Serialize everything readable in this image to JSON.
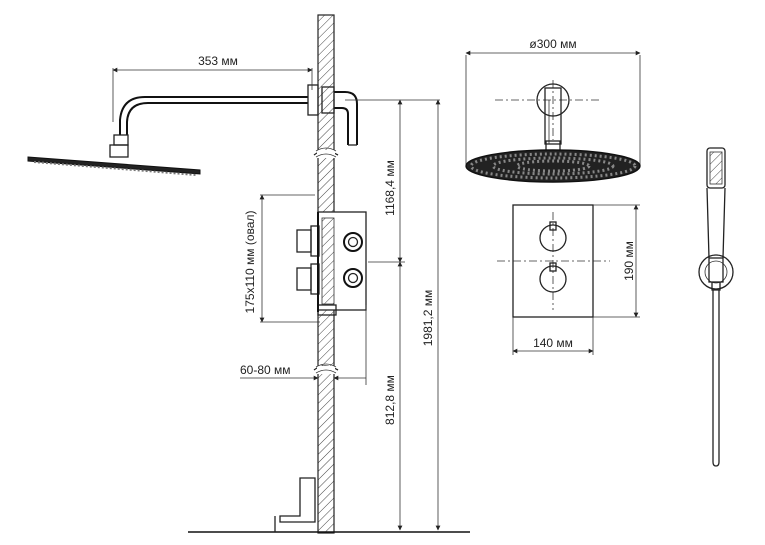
{
  "dimensions": {
    "arm_length": "353 мм",
    "head_diameter": "ø300 мм",
    "box_size": "175х110 мм (овал)",
    "upper_height": "1168,4 мм",
    "total_height": "1981,2 мм",
    "lower_height": "812,8 мм",
    "wall_depth": "60-80 мм",
    "panel_height": "190 мм",
    "panel_width": "140 мм"
  }
}
